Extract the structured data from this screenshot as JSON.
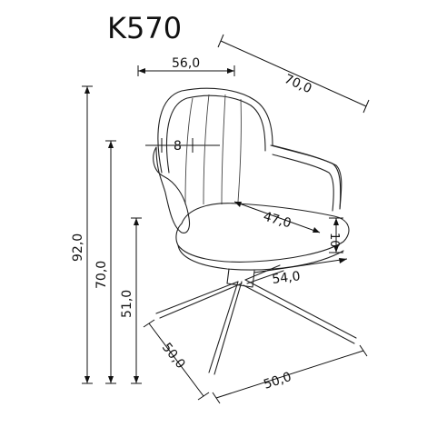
{
  "title": "K570",
  "dimensions": {
    "width_top": "56,0",
    "depth_top": "70,0",
    "armrest_gap": "8",
    "seat_depth": "47,0",
    "seat_thickness": "10",
    "seat_width": "54,0",
    "total_height": "92,0",
    "back_height": "70,0",
    "seat_height": "51,0",
    "base_depth": "50,0",
    "base_width": "50,0"
  },
  "colors": {
    "line": "#111111",
    "background": "#ffffff"
  }
}
